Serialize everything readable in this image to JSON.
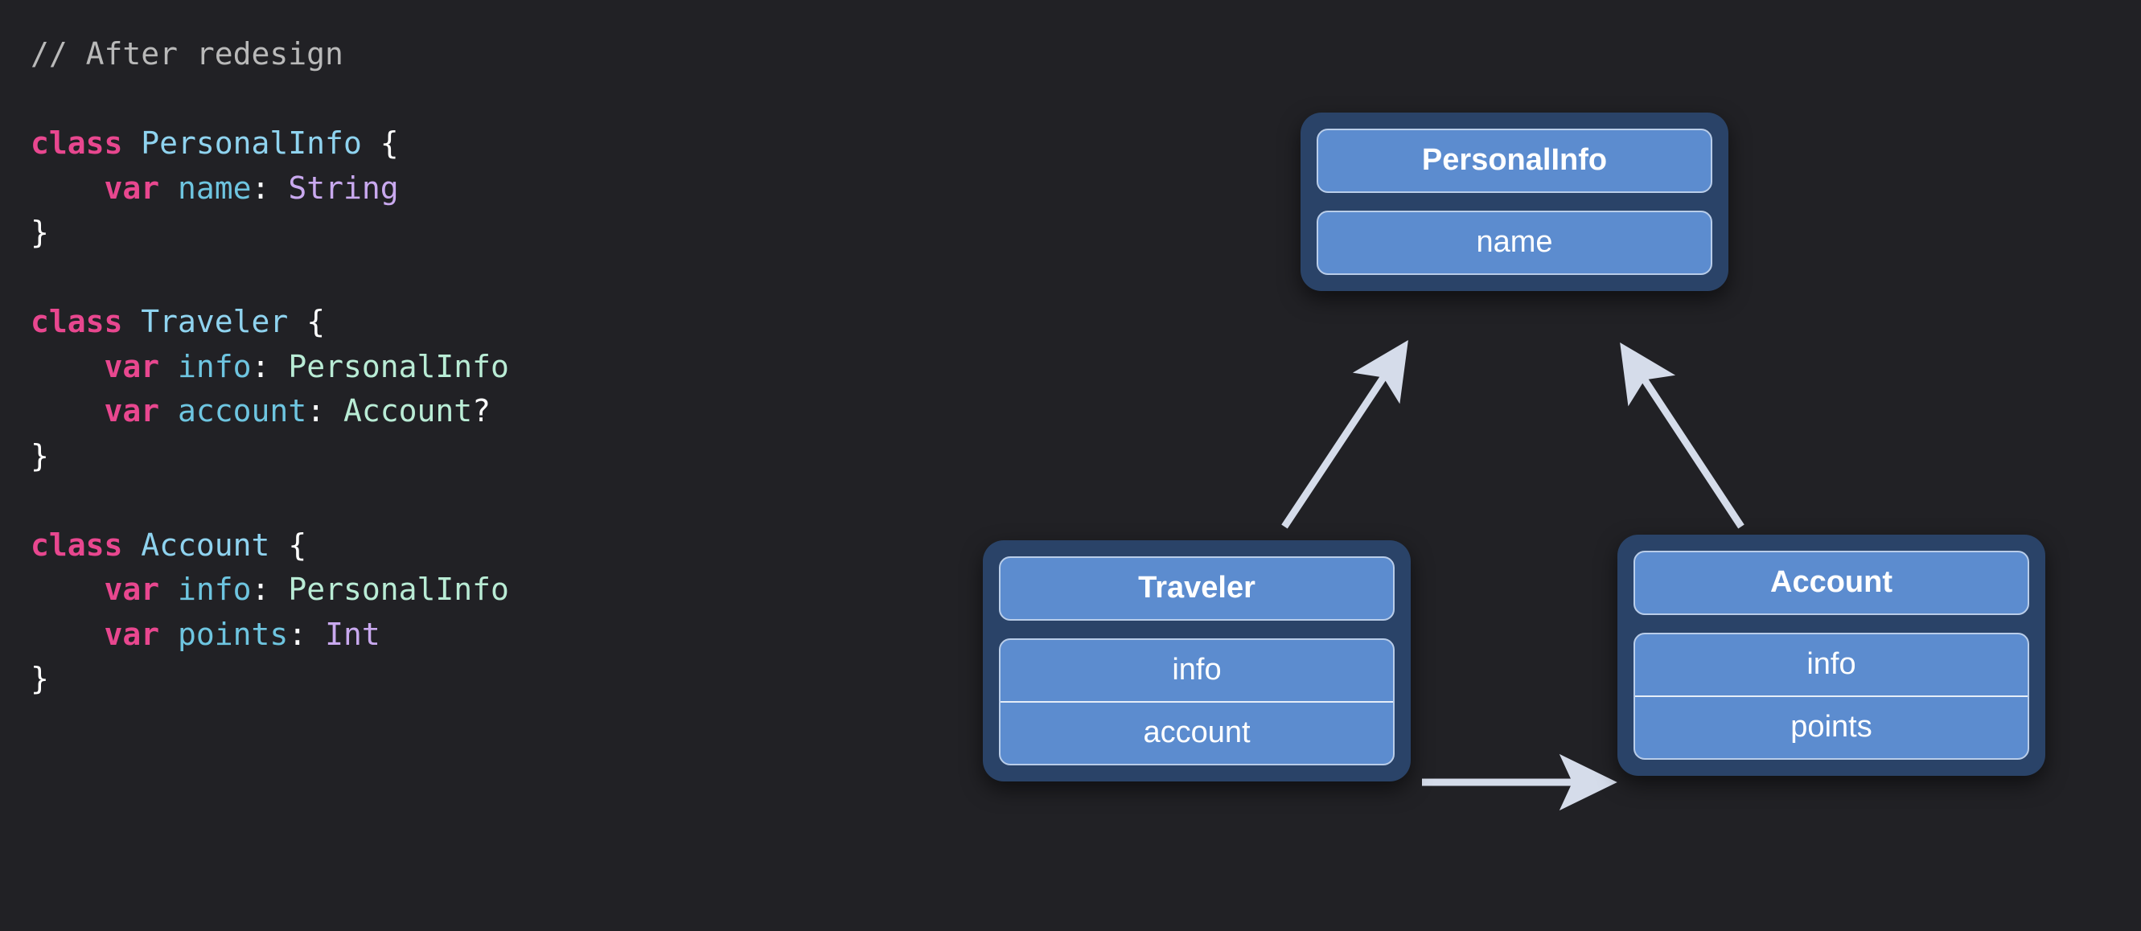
{
  "theme": {
    "background": "#212125",
    "box_outer": "#2a4368",
    "box_inner": "#5c8ccf",
    "box_border": "#b9cde9",
    "arrow_color": "#d5dcea",
    "text_on_box": "#ffffff"
  },
  "code": {
    "lines": [
      {
        "id": "comment",
        "tokens": [
          {
            "text": "// After redesign",
            "kind": "comment"
          }
        ]
      },
      {
        "id": "blank-1",
        "tokens": [
          {
            "text": " ",
            "kind": "punc"
          }
        ]
      },
      {
        "id": "pi-open",
        "tokens": [
          {
            "text": "class",
            "kind": "keyword"
          },
          {
            "text": " ",
            "kind": "punc"
          },
          {
            "text": "PersonalInfo",
            "kind": "classname"
          },
          {
            "text": " {",
            "kind": "punc"
          }
        ]
      },
      {
        "id": "pi-name",
        "tokens": [
          {
            "text": "    ",
            "kind": "punc"
          },
          {
            "text": "var",
            "kind": "keyword"
          },
          {
            "text": " ",
            "kind": "punc"
          },
          {
            "text": "name",
            "kind": "prop"
          },
          {
            "text": ": ",
            "kind": "punc"
          },
          {
            "text": "String",
            "kind": "type-prim"
          }
        ]
      },
      {
        "id": "pi-close",
        "tokens": [
          {
            "text": "}",
            "kind": "punc"
          }
        ]
      },
      {
        "id": "blank-2",
        "tokens": [
          {
            "text": " ",
            "kind": "punc"
          }
        ]
      },
      {
        "id": "tr-open",
        "tokens": [
          {
            "text": "class",
            "kind": "keyword"
          },
          {
            "text": " ",
            "kind": "punc"
          },
          {
            "text": "Traveler",
            "kind": "classname"
          },
          {
            "text": " {",
            "kind": "punc"
          }
        ]
      },
      {
        "id": "tr-info",
        "tokens": [
          {
            "text": "    ",
            "kind": "punc"
          },
          {
            "text": "var",
            "kind": "keyword"
          },
          {
            "text": " ",
            "kind": "punc"
          },
          {
            "text": "info",
            "kind": "prop"
          },
          {
            "text": ": ",
            "kind": "punc"
          },
          {
            "text": "PersonalInfo",
            "kind": "type-obj"
          }
        ]
      },
      {
        "id": "tr-acct",
        "tokens": [
          {
            "text": "    ",
            "kind": "punc"
          },
          {
            "text": "var",
            "kind": "keyword"
          },
          {
            "text": " ",
            "kind": "punc"
          },
          {
            "text": "account",
            "kind": "prop"
          },
          {
            "text": ": ",
            "kind": "punc"
          },
          {
            "text": "Account",
            "kind": "type-obj"
          },
          {
            "text": "?",
            "kind": "punc"
          }
        ]
      },
      {
        "id": "tr-close",
        "tokens": [
          {
            "text": "}",
            "kind": "punc"
          }
        ]
      },
      {
        "id": "blank-3",
        "tokens": [
          {
            "text": " ",
            "kind": "punc"
          }
        ]
      },
      {
        "id": "ac-open",
        "tokens": [
          {
            "text": "class",
            "kind": "keyword"
          },
          {
            "text": " ",
            "kind": "punc"
          },
          {
            "text": "Account",
            "kind": "classname"
          },
          {
            "text": " {",
            "kind": "punc"
          }
        ]
      },
      {
        "id": "ac-info",
        "tokens": [
          {
            "text": "    ",
            "kind": "punc"
          },
          {
            "text": "var",
            "kind": "keyword"
          },
          {
            "text": " ",
            "kind": "punc"
          },
          {
            "text": "info",
            "kind": "prop"
          },
          {
            "text": ": ",
            "kind": "punc"
          },
          {
            "text": "PersonalInfo",
            "kind": "type-obj"
          }
        ]
      },
      {
        "id": "ac-pts",
        "tokens": [
          {
            "text": "    ",
            "kind": "punc"
          },
          {
            "text": "var",
            "kind": "keyword"
          },
          {
            "text": " ",
            "kind": "punc"
          },
          {
            "text": "points",
            "kind": "prop"
          },
          {
            "text": ": ",
            "kind": "punc"
          },
          {
            "text": "Int",
            "kind": "type-prim"
          }
        ]
      },
      {
        "id": "ac-close",
        "tokens": [
          {
            "text": "}",
            "kind": "punc"
          }
        ]
      }
    ]
  },
  "diagram": {
    "boxes": {
      "personalinfo": {
        "title": "PersonalInfo",
        "properties": [
          "name"
        ]
      },
      "traveler": {
        "title": "Traveler",
        "properties": [
          "info",
          "account"
        ]
      },
      "account": {
        "title": "Account",
        "properties": [
          "info",
          "points"
        ]
      }
    },
    "arrows": [
      {
        "name": "traveler-to-personalinfo",
        "from": "traveler",
        "to": "personalinfo"
      },
      {
        "name": "account-to-personalinfo",
        "from": "account",
        "to": "personalinfo"
      },
      {
        "name": "traveler-to-account",
        "from": "traveler",
        "to": "account"
      }
    ]
  }
}
